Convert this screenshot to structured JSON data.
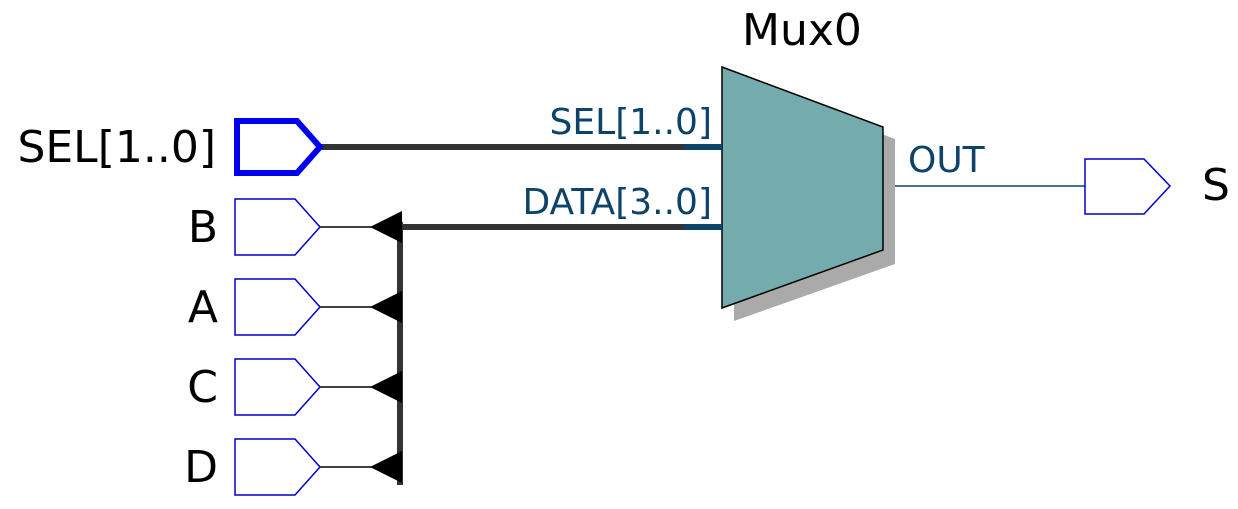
{
  "colors": {
    "background": "#ffffff",
    "port_outline": "#0000cc",
    "selected_port_outline": "#0000ee",
    "wire": "#000000",
    "bus": "#333333",
    "mux_fill": "#74abad",
    "mux_shadow": "#aaaaaa",
    "pin_text": "#0d4368",
    "pin_stub": "#0d4368"
  },
  "mux": {
    "name": "Mux0",
    "pins": {
      "sel": "SEL[1..0]",
      "data": "DATA[3..0]",
      "out": "OUT"
    }
  },
  "inputs": [
    {
      "name": "SEL[1..0]",
      "selected": true,
      "bus": true
    },
    {
      "name": "B",
      "selected": false,
      "bus": false
    },
    {
      "name": "A",
      "selected": false,
      "bus": false
    },
    {
      "name": "C",
      "selected": false,
      "bus": false
    },
    {
      "name": "D",
      "selected": false,
      "bus": false
    }
  ],
  "outputs": [
    {
      "name": "S"
    }
  ]
}
